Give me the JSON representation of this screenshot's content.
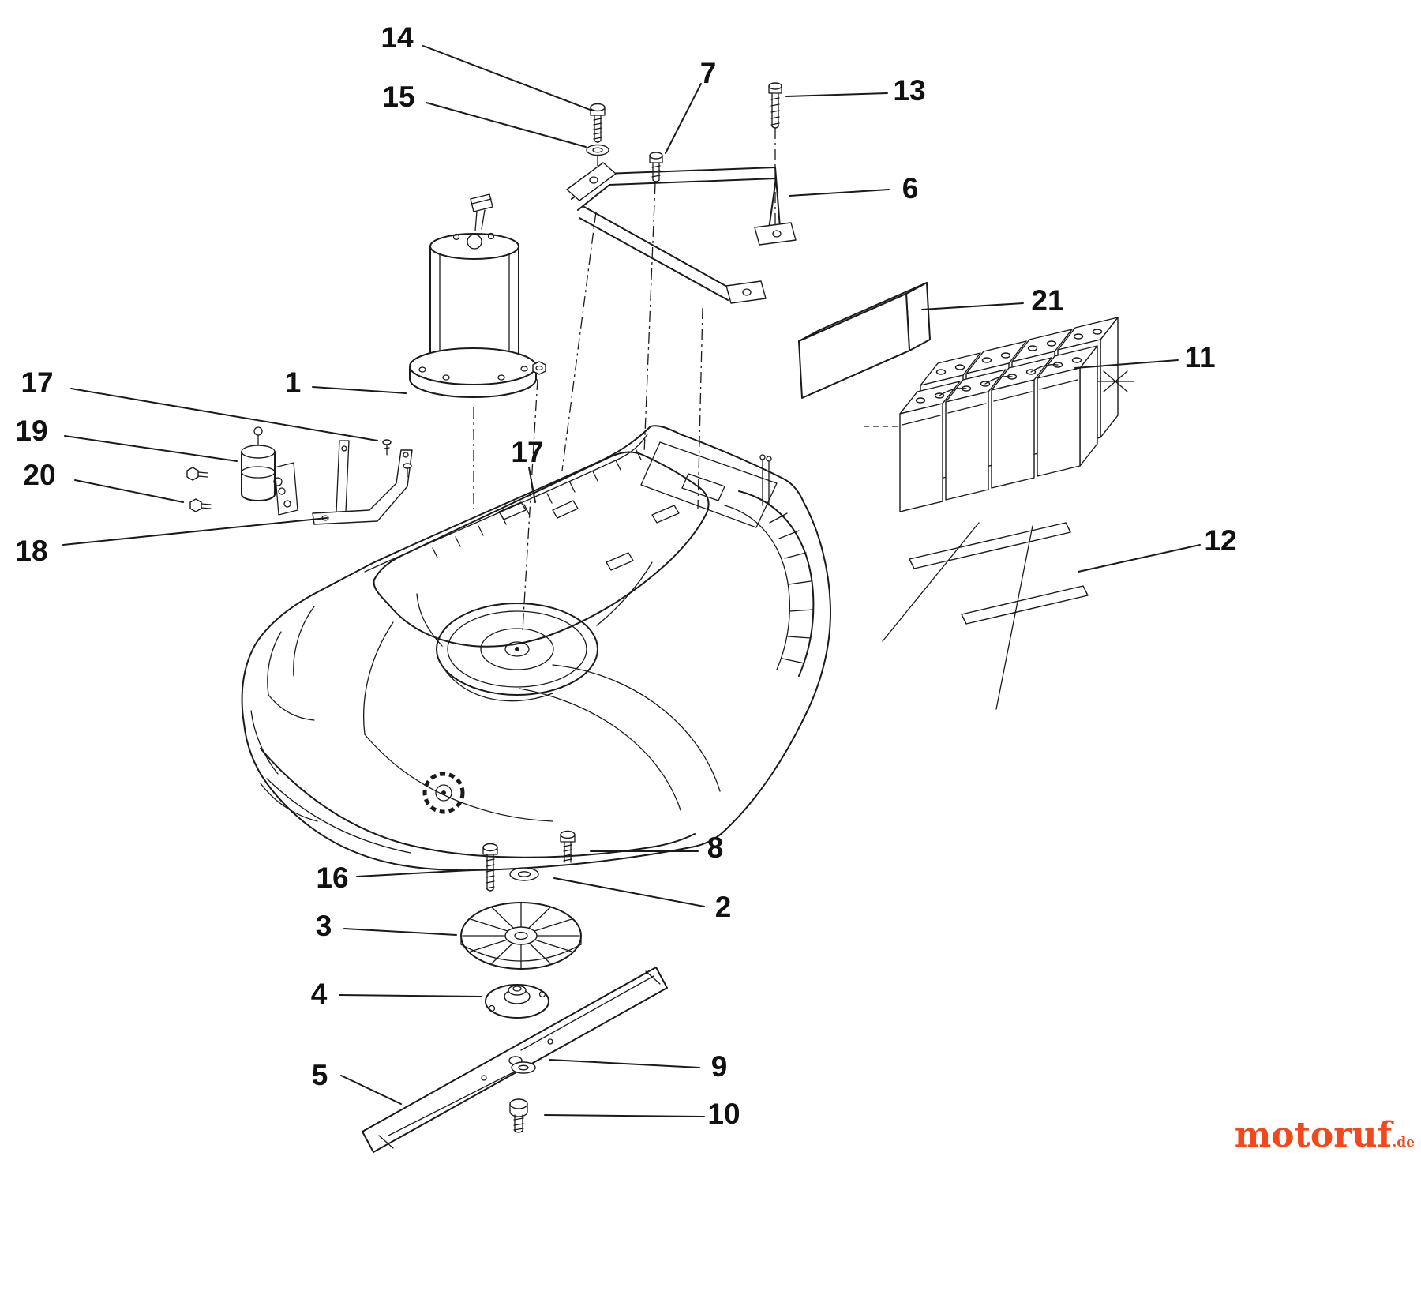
{
  "diagram": {
    "callouts": [
      {
        "label": "14"
      },
      {
        "label": "15"
      },
      {
        "label": "7"
      },
      {
        "label": "13"
      },
      {
        "label": "6"
      },
      {
        "label": "21"
      },
      {
        "label": "11"
      },
      {
        "label": "1"
      },
      {
        "label": "17"
      },
      {
        "label": "19"
      },
      {
        "label": "20"
      },
      {
        "label": "18"
      },
      {
        "label": "17"
      },
      {
        "label": "12"
      },
      {
        "label": "8"
      },
      {
        "label": "16"
      },
      {
        "label": "2"
      },
      {
        "label": "3"
      },
      {
        "label": "4"
      },
      {
        "label": "5"
      },
      {
        "label": "9"
      },
      {
        "label": "10"
      }
    ]
  },
  "watermark": {
    "brand": "motoruf",
    "suffix": ".de",
    "color": "#f04a1c"
  },
  "colors": {
    "line": "#1a1a1a",
    "label": "#111111",
    "background": "#ffffff"
  }
}
